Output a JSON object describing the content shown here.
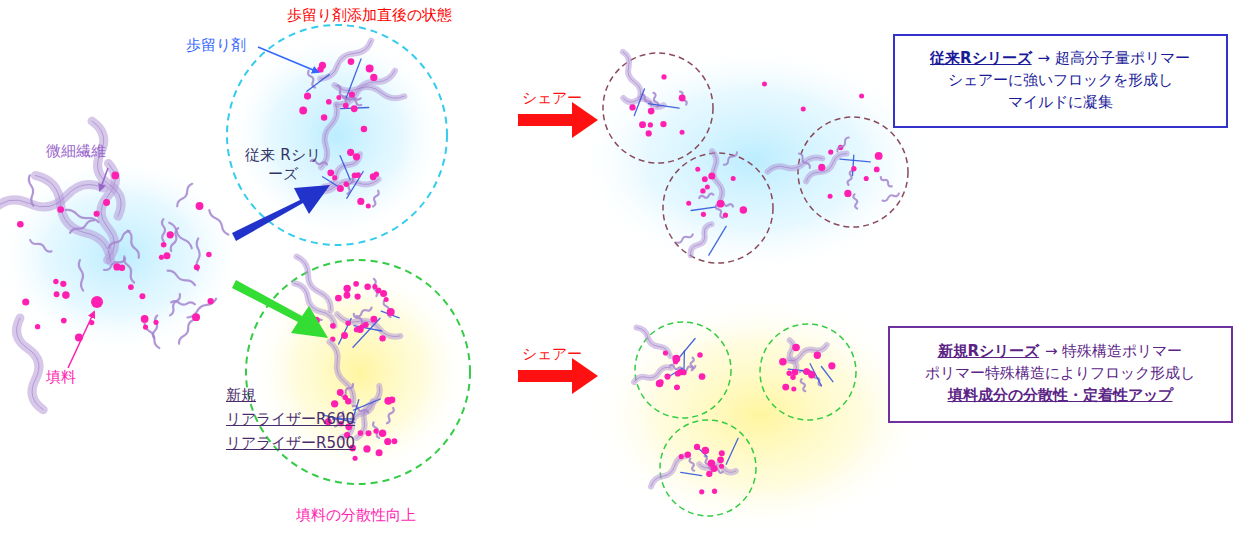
{
  "diagram": {
    "nodes": [
      {
        "text": [
          "従来Rシリーズ",
          "→ 超高分子量ポリマー",
          "シェアーに強いフロックを形成し",
          "マイルドに凝集"
        ]
      },
      {
        "text": [
          "新規Rシリーズ",
          "→ 特殊構造ポリマー",
          "ポリマー特殊構造によりフロック形成し",
          "填料成分の分散性・定着性アップ"
        ]
      }
    ],
    "labels": [
      "歩留り剤添加直後の状態",
      "歩留り剤",
      "微細繊維",
      "填料",
      "従来 Rシリーズ",
      "新規",
      "リアライザーR600",
      "リアライザーR500",
      "シェアー",
      "シェアー",
      "填料の分散性向上"
    ]
  }
}
